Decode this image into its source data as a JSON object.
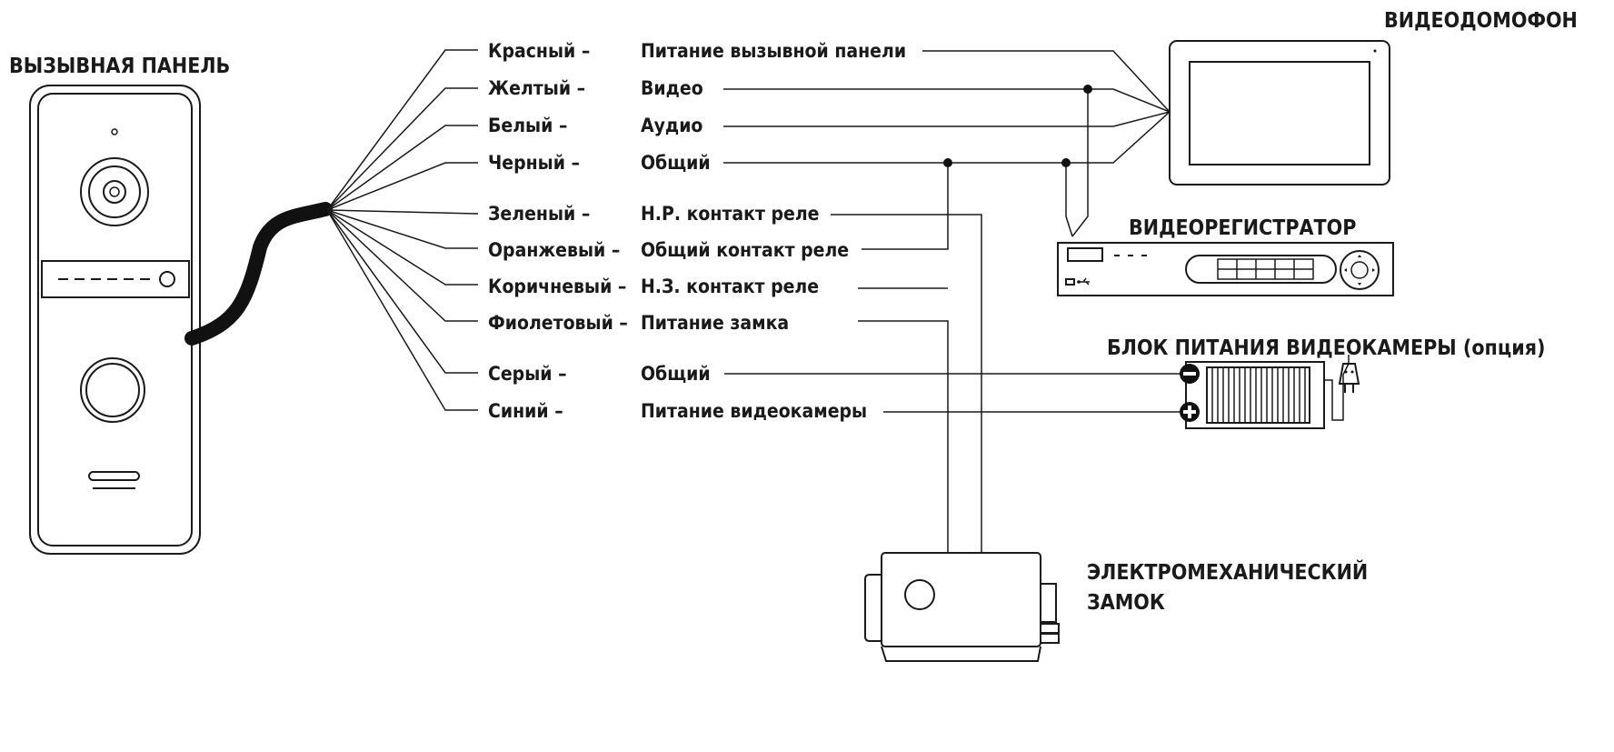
{
  "titles": {
    "call_panel": "ВЫЗЫВНАЯ ПАНЕЛЬ",
    "intercom": "ВИДЕОДОМОФОН",
    "recorder": "ВИДЕОРЕГИСТРАТОР",
    "psu": "БЛОК ПИТАНИЯ ВИДЕОКАМЕРЫ (опция)",
    "lock_line1": "ЭЛЕКТРОМЕХАНИЧЕСКИЙ",
    "lock_line2": "ЗАМОК"
  },
  "wires": [
    {
      "color_name": "Красный –",
      "function": "Питание вызывной панели",
      "color": "#d62828"
    },
    {
      "color_name": "Желтый –",
      "function": "Видео",
      "color": "#f2c200"
    },
    {
      "color_name": "Белый –",
      "function": "Аудио",
      "color": "#ffffff"
    },
    {
      "color_name": "Черный –",
      "function": "Общий",
      "color": "#000000"
    },
    {
      "color_name": "Зеленый –",
      "function": "Н.Р. контакт реле",
      "color": "#2e8b2e"
    },
    {
      "color_name": "Оранжевый –",
      "function": "Общий контакт реле",
      "color": "#f28c00"
    },
    {
      "color_name": "Коричневый –",
      "function": "Н.З. контакт реле",
      "color": "#7a4a1e"
    },
    {
      "color_name": "Фиолетовый –",
      "function": "Питание замка",
      "color": "#7a3fa0"
    },
    {
      "color_name": "Серый –",
      "function": "Общий",
      "color": "#8c8c8c"
    },
    {
      "color_name": "Синий –",
      "function": "Питание видеокамеры",
      "color": "#1f4fc0"
    }
  ],
  "icons": {
    "psu_negative": "minus-terminal-icon",
    "psu_positive": "plus-terminal-icon",
    "plug": "power-plug-icon",
    "usb": "usb-icon"
  }
}
